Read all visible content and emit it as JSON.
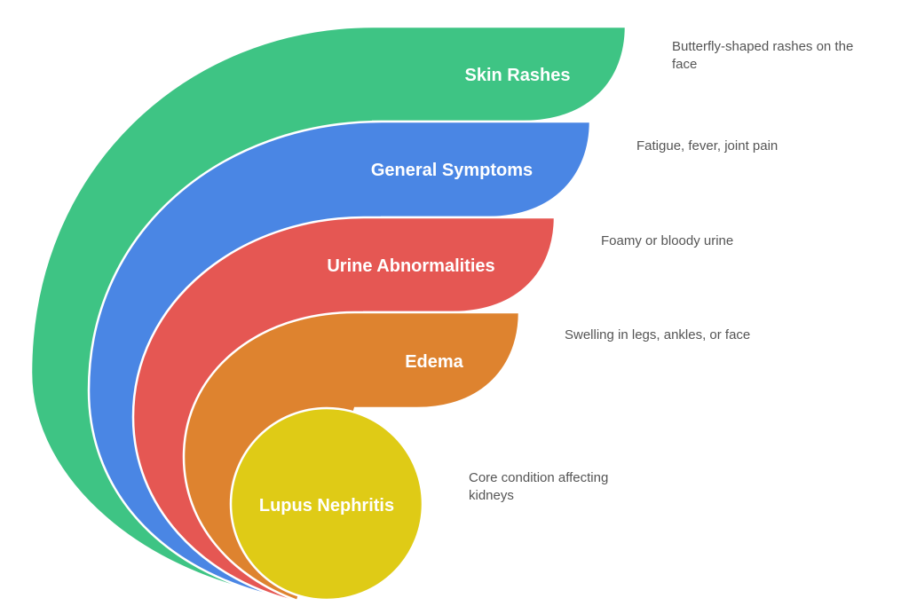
{
  "diagram": {
    "title": "Lupus Nephritis layered symptoms",
    "layers": [
      {
        "label": "Skin Rashes",
        "description": "Butterfly-shaped rashes on the face",
        "color": "#3EC484"
      },
      {
        "label": "General Symptoms",
        "description": "Fatigue, fever, joint pain",
        "color": "#4A86E4"
      },
      {
        "label": "Urine Abnormalities",
        "description": "Foamy or bloody urine",
        "color": "#E55753"
      },
      {
        "label": "Edema",
        "description": "Swelling in legs, ankles, or face",
        "color": "#DE832F"
      },
      {
        "label": "Lupus Nephritis",
        "description": "Core condition affecting kidneys",
        "color": "#DFCB16"
      }
    ]
  }
}
